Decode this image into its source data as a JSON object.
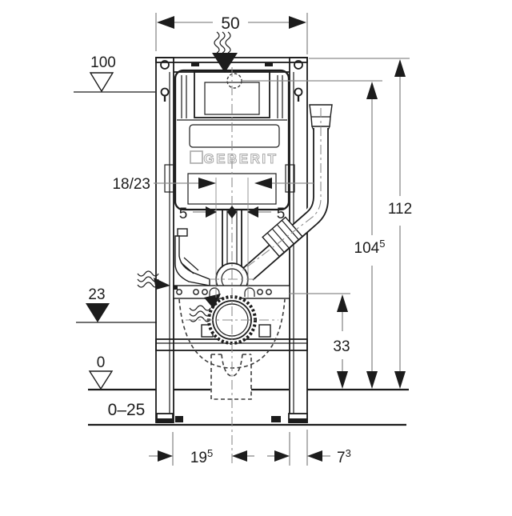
{
  "drawing": {
    "brand_logo": "GEBERIT",
    "dimensions": {
      "frame_width": "50",
      "level_100": "100",
      "inlet_range": "18/23",
      "offset_left": "5",
      "offset_right": "5",
      "level_23": "23",
      "level_0": "0",
      "floor_buildup": "0–25",
      "total_height": "112",
      "height_104": {
        "value": "104",
        "sup": "5"
      },
      "outlet_height": "33",
      "foot_offset": {
        "value": "19",
        "sup": "5"
      },
      "rail_width": {
        "value": "7",
        "sup": "3"
      }
    },
    "colors": {
      "line": "#1c1c1c",
      "dim": "#8c8c8c",
      "logo": "#a8a8a8",
      "background": "#ffffff"
    }
  }
}
